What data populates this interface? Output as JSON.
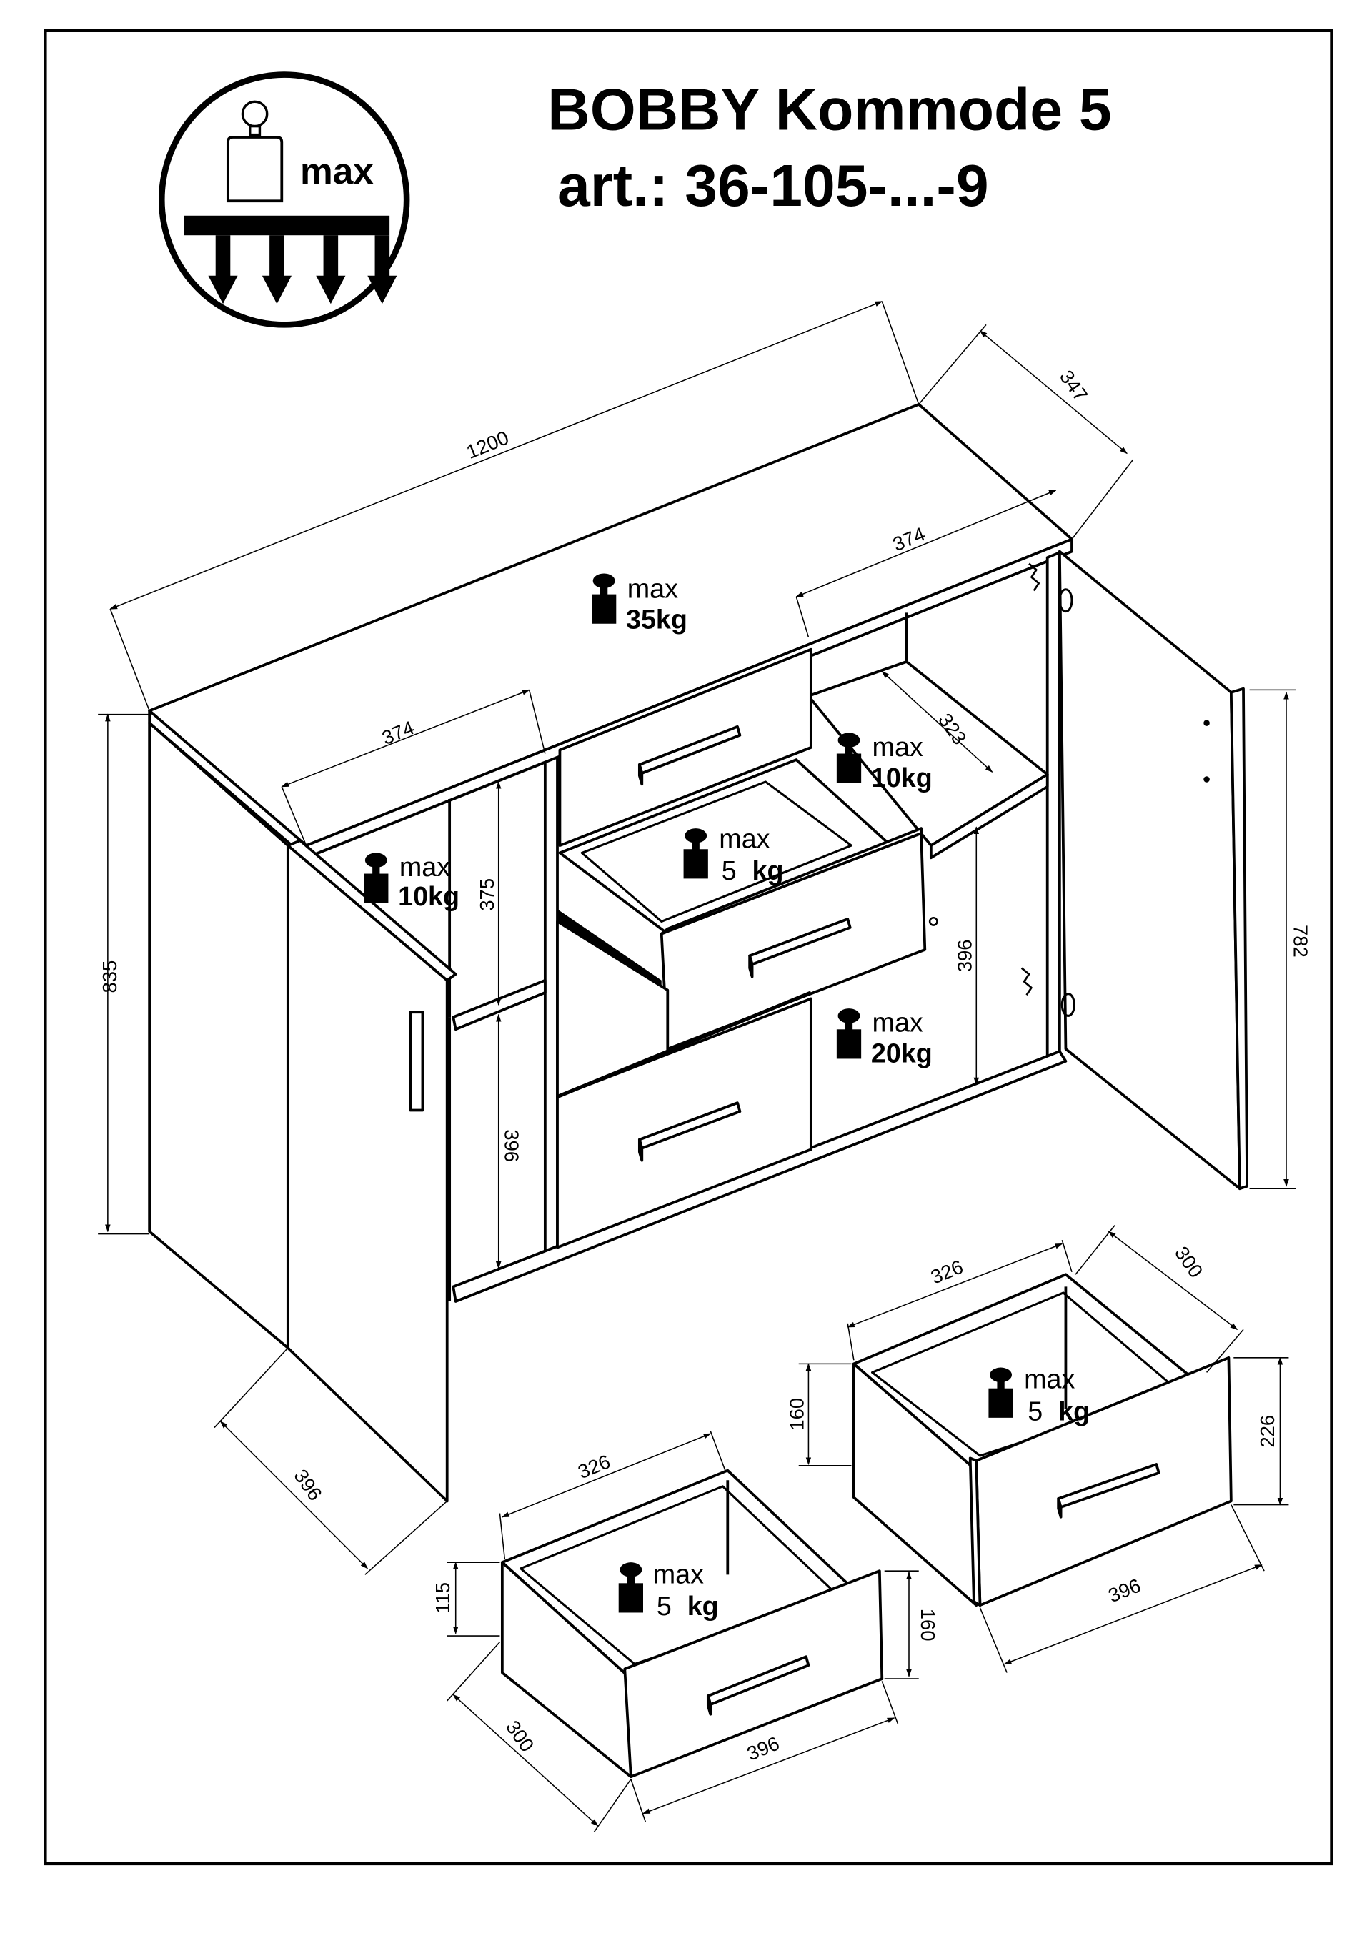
{
  "document": {
    "title": "BOBBY Kommode 5",
    "article_number": "art.: 36-105-...-9",
    "load_symbol": {
      "icon": "weight-max-load-icon",
      "label": "max"
    }
  },
  "colors": {
    "ink": "#000000",
    "paper": "#ffffff"
  },
  "dimensions": {
    "cabinet_width": "1200",
    "cabinet_depth": "347",
    "cabinet_height": "835",
    "top_compartment_width_right": "374",
    "top_compartment_width_left": "374",
    "shelf_depth_right": "323",
    "left_upper_height": "375",
    "left_lower_height": "396",
    "right_lower_height": "396",
    "door_height": "782",
    "door_width": "396",
    "drawer_large": {
      "inner_width": "326",
      "depth": "300",
      "side_height": "160",
      "front_height": "226",
      "front_width": "396"
    },
    "drawer_small": {
      "inner_width": "326",
      "depth": "300",
      "side_height": "115",
      "front_height": "160",
      "front_width": "396"
    }
  },
  "load_limits": [
    {
      "id": "top",
      "label": "max",
      "value": "35kg"
    },
    {
      "id": "right_shelf",
      "label": "max",
      "value": "10kg"
    },
    {
      "id": "center_drawer",
      "label": "max",
      "value_num": "5",
      "value_unit": "kg"
    },
    {
      "id": "left_shelf",
      "label": "max",
      "value": "10kg"
    },
    {
      "id": "right_bottom",
      "label": "max",
      "value": "20kg"
    },
    {
      "id": "large_drawer",
      "label": "max",
      "value_num": "5",
      "value_unit": "kg"
    },
    {
      "id": "small_drawer",
      "label": "max",
      "value_num": "5",
      "value_unit": "kg"
    }
  ]
}
